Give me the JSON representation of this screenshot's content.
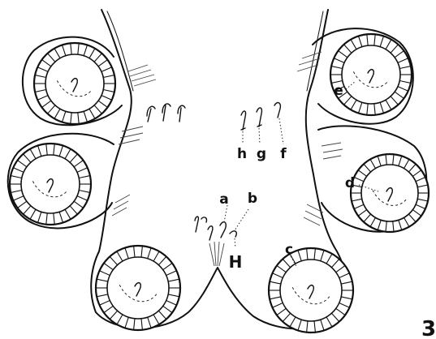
{
  "figure": {
    "labels": {
      "a": "a",
      "b": "b",
      "c": "c",
      "d": "d",
      "e": "e",
      "f": "f",
      "g": "g",
      "h": "h",
      "H": "H"
    },
    "figure_number": "3"
  }
}
